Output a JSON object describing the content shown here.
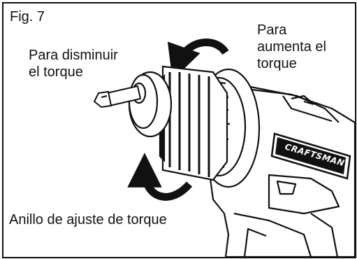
{
  "figure_label": "Fig. 7",
  "labels": {
    "decrease_torque": [
      "Para disminuir",
      "el torque"
    ],
    "increase_torque": [
      "Para",
      "aumenta el",
      "torque"
    ],
    "torque_ring": "Anillo de ajuste de torque"
  },
  "brand": "CRAFTSMAN",
  "colors": {
    "ink": "#111111",
    "paper": "#ffffff"
  }
}
